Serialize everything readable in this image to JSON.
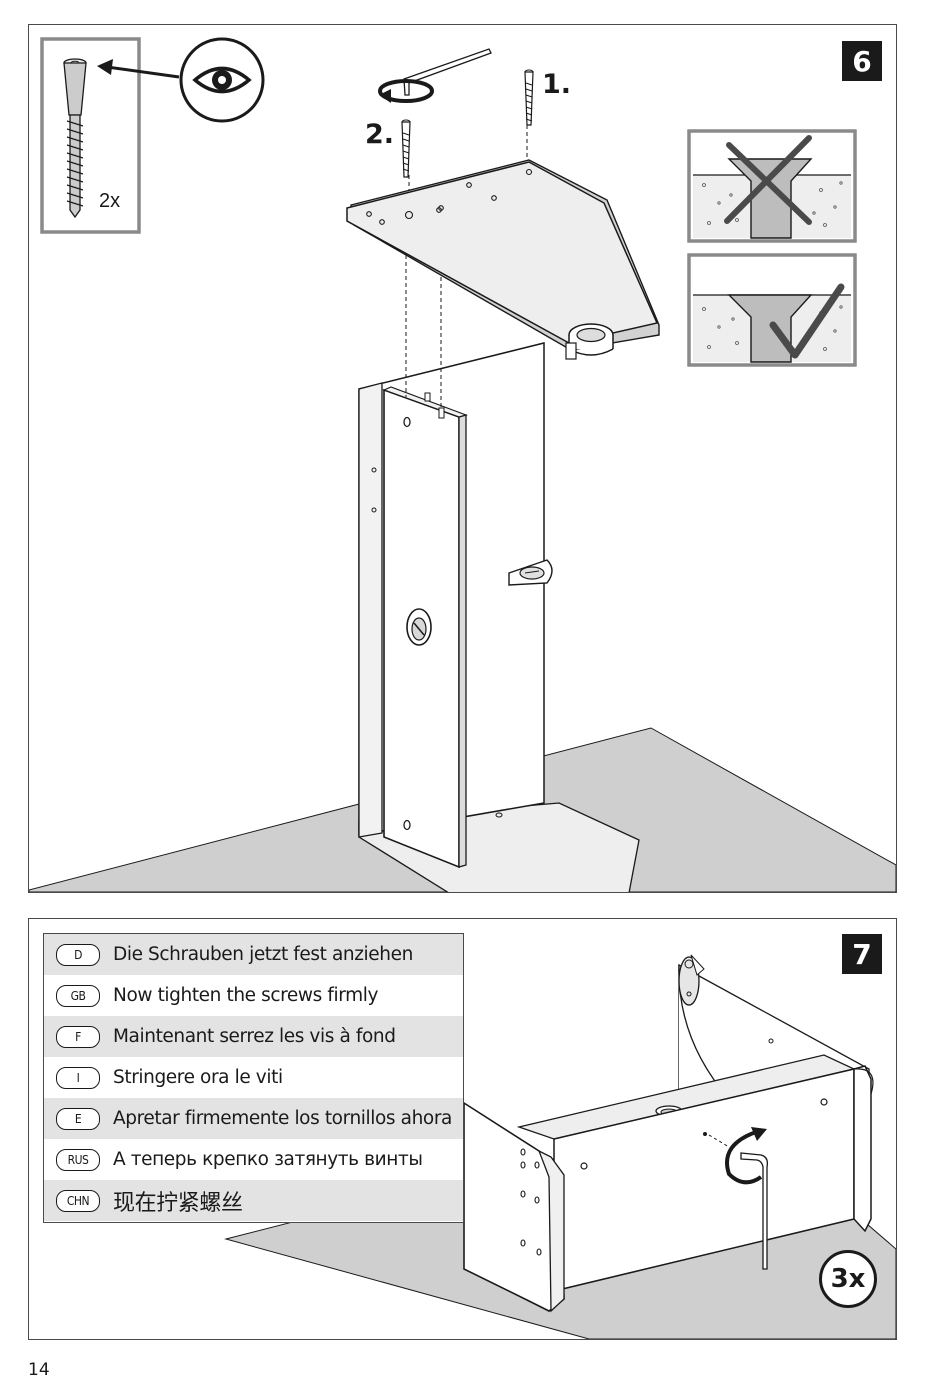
{
  "page": {
    "number": "14"
  },
  "step6": {
    "badge": "6",
    "detail_quantity": "2x",
    "order_labels": [
      "1.",
      "2."
    ],
    "icons": [
      "eye-icon",
      "rotate-arrow-icon",
      "allen-key-icon",
      "screw-icon",
      "wrong-countersink-icon",
      "correct-countersink-icon"
    ]
  },
  "step7": {
    "badge": "7",
    "repeat_count": "3x",
    "instructions": [
      {
        "code": "D",
        "text": "Die Schrauben jetzt fest anziehen"
      },
      {
        "code": "GB",
        "text": "Now tighten the screws firmly"
      },
      {
        "code": "F",
        "text": "Maintenant serrez les vis à fond"
      },
      {
        "code": "I",
        "text": "Stringere ora le viti"
      },
      {
        "code": "E",
        "text": "Apretar firmemente los tornillos ahora"
      },
      {
        "code": "RUS",
        "text": "А теперь крепко затянуть винты"
      },
      {
        "code": "CHN",
        "text": "现在拧紧螺丝"
      }
    ]
  },
  "colors": {
    "line": "#1a1a1a",
    "floor": "#cfcfcf",
    "panel_fill": "#eeeeee",
    "detail_frame": "#8a8a8a",
    "stripe": "#e3e3e3"
  }
}
